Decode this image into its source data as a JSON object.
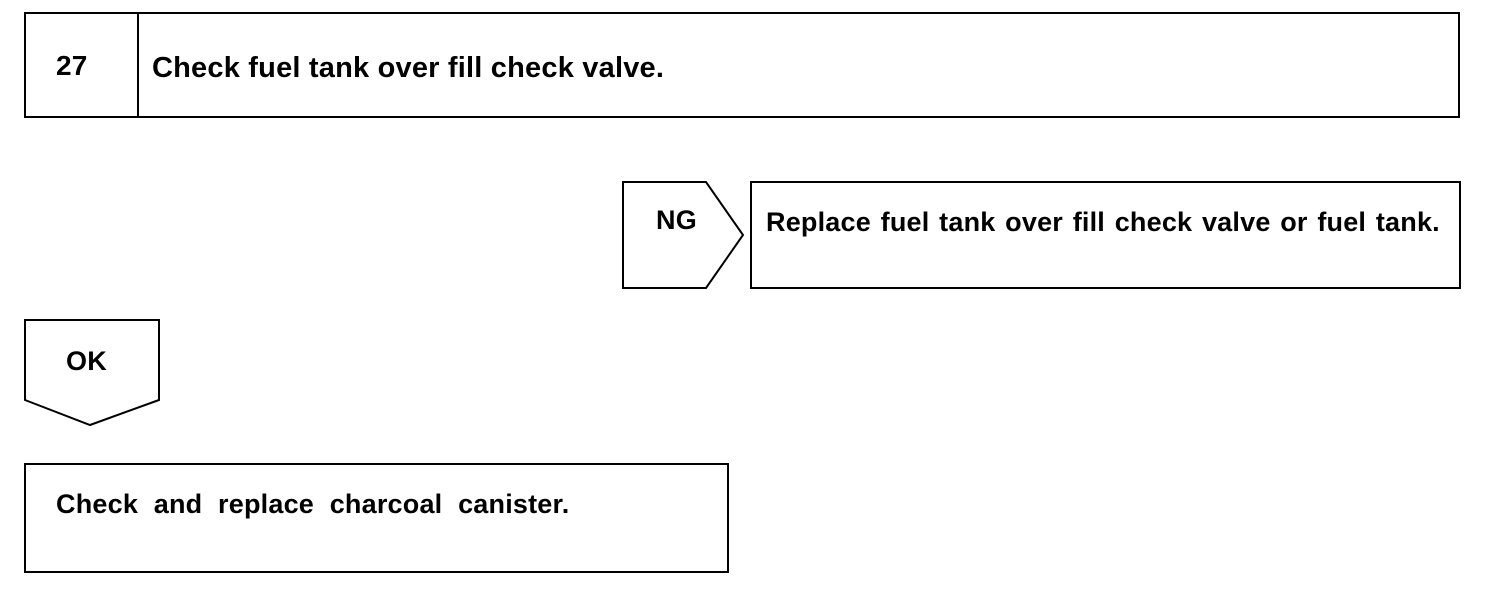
{
  "step": {
    "number": "27",
    "title": "Check fuel tank over fill check valve."
  },
  "ng_branch": {
    "label": "NG",
    "result": "Replace fuel tank over fill check valve or fuel tank."
  },
  "ok_branch": {
    "label": "OK",
    "result": "Check and replace charcoal canister."
  }
}
